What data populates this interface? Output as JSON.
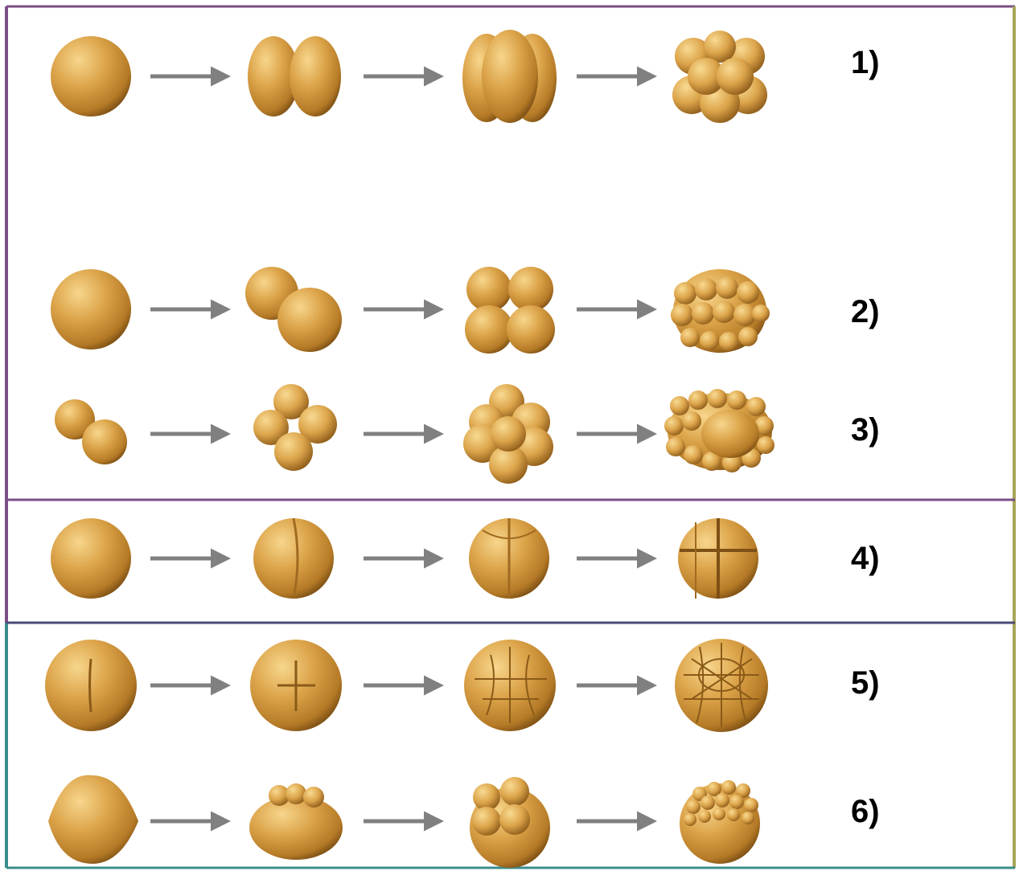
{
  "labels": [
    "1)",
    "2)",
    "3)",
    "4)",
    "5)",
    "6)"
  ],
  "colors": {
    "cell_light": "#f1c774",
    "cell_mid": "#d9a046",
    "cell_dark": "#8a5a18",
    "arrow": "#808080",
    "frame_purple": "#7b4f86",
    "frame_teal": "#3b8c8c",
    "frame_olive": "#a6a65a"
  },
  "rows": [
    {
      "label_index": 0,
      "stages": [
        "one-cell",
        "two-cell",
        "four-cell",
        "eight-cell"
      ]
    },
    {
      "label_index": 1,
      "stages": [
        "one-cell",
        "two-cell",
        "four-cell",
        "multi-cell"
      ]
    },
    {
      "label_index": 2,
      "stages": [
        "two-cell",
        "four-cell",
        "eight-cell",
        "multi-cell"
      ]
    },
    {
      "label_index": 3,
      "stages": [
        "one-cell",
        "two-cell",
        "four-cell",
        "eight-cell"
      ]
    },
    {
      "label_index": 4,
      "stages": [
        "first-furrow",
        "second-furrow",
        "many-furrows",
        "blastoderm"
      ]
    },
    {
      "label_index": 5,
      "stages": [
        "one-cell",
        "blastodisc",
        "dividing-blastodisc",
        "multicell-disc"
      ]
    }
  ]
}
